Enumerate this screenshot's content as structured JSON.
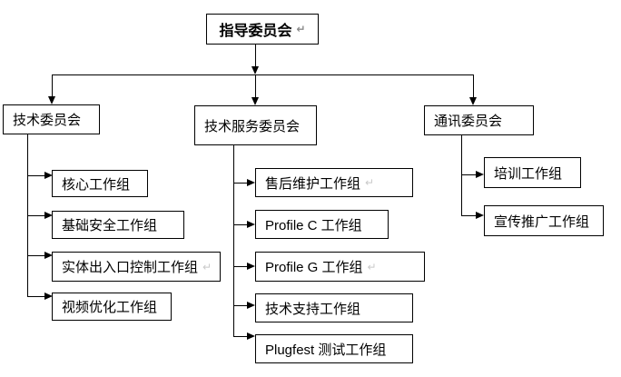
{
  "colors": {
    "border": "#000000",
    "background": "#ffffff",
    "text": "#000000",
    "paragraph_mark": "#8a8a8a"
  },
  "root": {
    "label": "指导委员会",
    "mark": "↵"
  },
  "committees": [
    {
      "label": "技术委员会",
      "children": [
        {
          "label": "核心工作组"
        },
        {
          "label": "基础安全工作组"
        },
        {
          "label": "实体出入口控制工作组",
          "mark": "↵"
        },
        {
          "label": "视频优化工作组"
        }
      ]
    },
    {
      "label": "技术服务委员会",
      "children": [
        {
          "label": "售后维护工作组",
          "mark": "↵"
        },
        {
          "label": "Profile C 工作组"
        },
        {
          "label": "Profile G 工作组",
          "mark": "↵"
        },
        {
          "label": "技术支持工作组"
        },
        {
          "label": "Plugfest 测试工作组"
        }
      ]
    },
    {
      "label": "通讯委员会",
      "children": [
        {
          "label": "培训工作组"
        },
        {
          "label": "宣传推广工作组"
        }
      ]
    }
  ]
}
